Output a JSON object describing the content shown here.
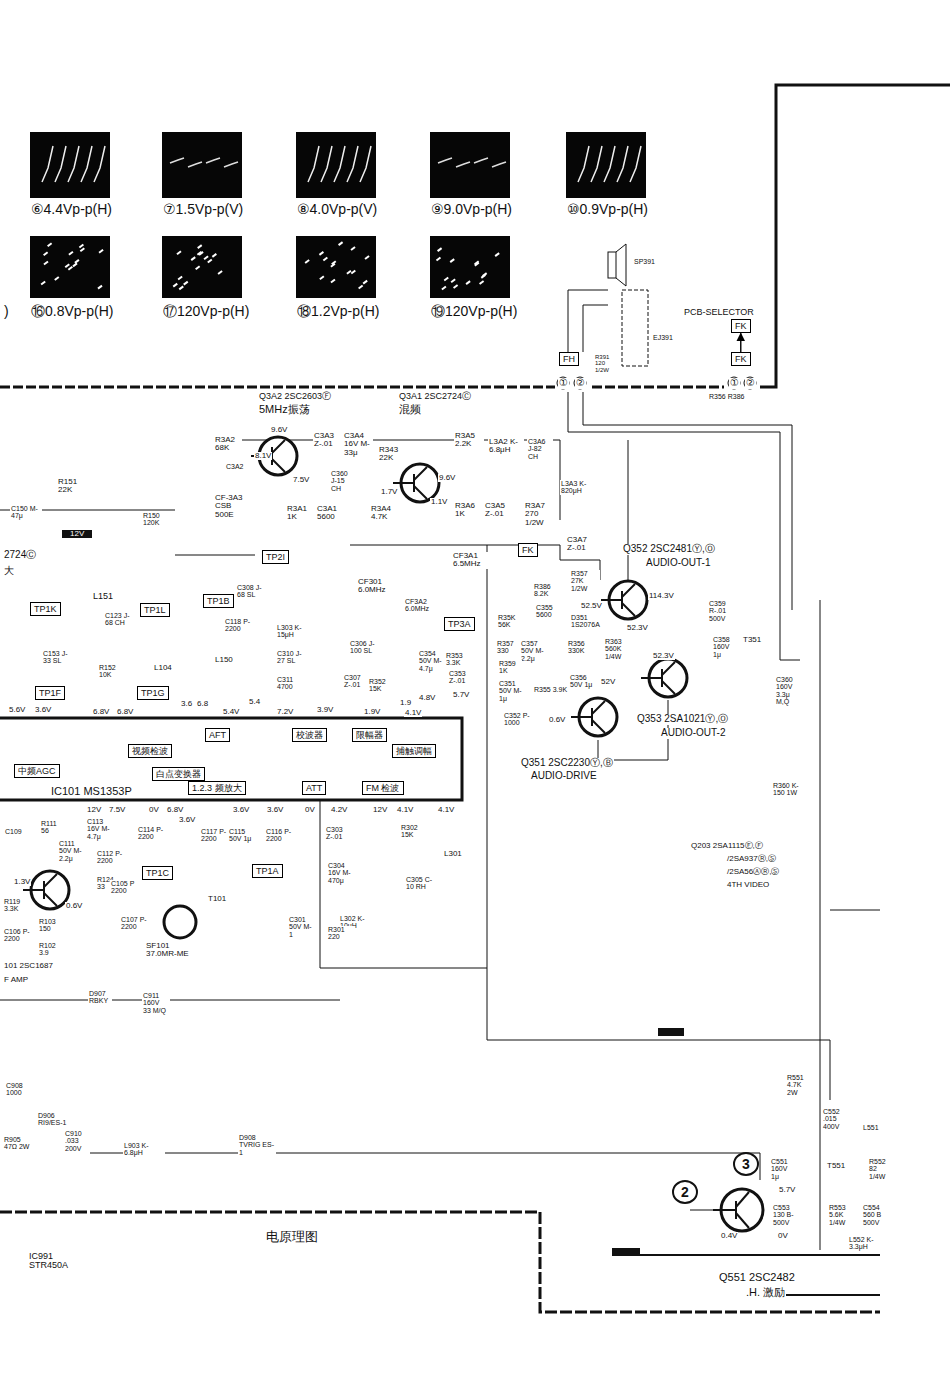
{
  "diagram": {
    "nodes": [
      {
        "text": [
          "FH"
        ]
      },
      {
        "text": [
          "FK"
        ]
      },
      {
        "text": [
          "FK"
        ]
      },
      {
        "text": [
          "TP2I"
        ]
      },
      {
        "text": [
          "FK"
        ]
      },
      {
        "text": [
          "TP1B"
        ]
      },
      {
        "text": [
          "TP1K"
        ]
      },
      {
        "text": [
          "TP1L"
        ]
      },
      {
        "text": [
          "TP3A"
        ]
      },
      {
        "text": [
          "TP1F"
        ]
      },
      {
        "text": [
          "TP1G"
        ]
      },
      {
        "text": [
          "AFT"
        ]
      },
      {
        "text": [
          "校波器"
        ]
      },
      {
        "text": [
          "限幅器"
        ]
      },
      {
        "text": [
          "视频检波"
        ]
      },
      {
        "text": [
          "捕触调幅"
        ]
      },
      {
        "text": [
          "白点变换器"
        ]
      },
      {
        "text": [
          "中频AGC"
        ]
      },
      {
        "text": [
          "1.2.3 频放大"
        ]
      },
      {
        "text": [
          "ATT"
        ]
      },
      {
        "text": [
          "FM 检波"
        ]
      },
      {
        "text": [
          "TP1C"
        ]
      },
      {
        "text": [
          "TP1A"
        ]
      }
    ],
    "edges": [
      {
        "from": 2,
        "to": 1,
        "arrow": "to"
      }
    ],
    "labels": [
      "⑥4.4Vp-p(H)",
      "⑦1.5Vp-p(V)",
      "⑧4.0Vp-p(V)",
      "⑨9.0Vp-p(H)",
      "⑩0.9Vp-p(H)",
      ")",
      "⑯0.8Vp-p(H)",
      "⑰120Vp-p(H)",
      "⑱1.2Vp-p(H)",
      "⑲120Vp-p(H)",
      "SP391",
      "EJ391",
      "PCB-SELECTOR",
      "R391 120 1/2W",
      "①",
      "②",
      "①",
      "②",
      "R356 R386",
      "Q3A2 2SC2603Ⓕ",
      "5MHz振荡",
      "Q3A1 2SC2724Ⓒ",
      "混频",
      "R3A2 68K",
      "9.6V",
      "8.1V",
      "7.5V",
      "C3A3 Z-.01",
      "C3A4 16V M-33μ",
      "R343 22K",
      "R3A5 2.2K",
      "L3A2 K-6.8μH",
      "C3A6 J-82 CH",
      "C3A2",
      "C360 J-15 CH",
      "1.7V",
      "9.6V",
      "1.1V",
      "L3A3 K-820μH",
      "CF-3A3 CSB 500E",
      "R3A1 1K",
      "C3A1 5600",
      "R3A4 4.7K",
      "R3A6 1K",
      "C3A5 Z-.01",
      "R3A7 270 1/2W",
      "R151 22K",
      "C150 M-47μ",
      "R150 120K",
      "12V",
      "2724Ⓒ",
      "大",
      "CF3A1 6.5MHz",
      "CF301 6.0MHz",
      "CF3A2 6.0MHz",
      "C3A7 Z-.01",
      "R386 8.2K",
      "Q352 2SC2481Ⓨ,Ⓞ",
      "AUDIO-OUT-1",
      "R357 27K 1/2W",
      "114.3V",
      "52.5V",
      "C355 5600",
      "R35K 56K",
      "D351 1S2076A",
      "C359 R-.01 500V",
      "52.3V",
      "T351",
      "C308 J-68 SL",
      "C118 P-2200",
      "L303 K-15μH",
      "L151",
      "C123 J-68 CH",
      "C153 J-33 SL",
      "R152 10K",
      "L104",
      "L150",
      "C310 J-27 SL",
      "C311 4700",
      "C306 J-100 SL",
      "C354 50V M-4.7μ",
      "R357 330",
      "C357 50V M-2.2μ",
      "R356 330K",
      "R363 560K 1/4W",
      "C358 160V 1μ",
      "52.3V",
      "52V",
      "C356 50V 1μ",
      "R359 1K",
      "C351 50V M-1μ",
      "R355 3.9K",
      "R353 3.3K",
      "C353 Z-.01",
      "C307 Z-.01",
      "R352 15K",
      "C352 P-1000",
      "5.7V",
      "4.8V",
      "0.6V",
      "Q353 2SA1021Ⓨ,Ⓞ",
      "AUDIO-OUT-2",
      "Q351 2SC2230Ⓨ,Ⓑ",
      "AUDIO-DRIVE",
      "C360 160V 3.3μ M,Q",
      "R360 K-150 1W",
      "5.6V",
      "3.6V",
      "6.8V",
      "6.8V",
      "3.6",
      "6.8",
      "5.4V",
      "5.4",
      "7.2V",
      "3.9V",
      "1.9V",
      "1.9",
      "4.1V",
      "IC101 MS1353P",
      "12V",
      "7.5V",
      "0V",
      "6.8V",
      "3.6V",
      "3.6V",
      "3.6V",
      "0V",
      "4.2V",
      "12V",
      "4.1V",
      "4.1V",
      "C109",
      "R111 56",
      "C113 16V M-4.7μ",
      "C114 P-2200",
      "C111 50V M-2.2μ",
      "C112 P-2200",
      "C117 P-2200",
      "C115 50V 1μ",
      "C116 P-2200",
      "C303 Z-.01",
      "R302 15K",
      "L301",
      "C304 16V M-470μ",
      "C305 C-10 RH",
      "L302 K-10μH",
      "C301 50V M-1",
      "R301 220",
      "1.3V",
      "0.6V",
      "R124 33",
      "C105 P 2200",
      "T101",
      "R119 3.3K",
      "R103 150",
      "C107 P-2200",
      "C106 P-2200",
      "R102 3.9",
      "SF101 37.0MR-ME",
      "101 2SC1687",
      "F AMP",
      "D907 RBKY",
      "C911 160V 33 M/Q",
      "C908 1000",
      "D906 RI9/ES-1",
      "R905 47Ω 2W",
      "C910 .033 200V",
      "L903 K-6.8μH",
      "D908 TVRIG ES-1",
      "IC991 STR450A",
      "电原理图",
      "Q203 2SA1115Ⓔ,Ⓕ",
      "/2SA937Ⓡ,Ⓢ",
      "/2SA56ⒶⓇ,Ⓢ",
      "4TH VIDEO",
      "R551 4.7K 2W",
      "C552 .015 400V",
      "L551",
      "C551 160V 1μ",
      "T551",
      "R552 82 1/4W",
      "5.7V",
      "C553 130 B-500V",
      "R553 5.6K 1/4W",
      "C554 560 B 500V",
      "0.4V",
      "0V",
      "L552 K-3.3μH",
      "Q551 2SC2482",
      ".H. 激励",
      "2",
      "3"
    ]
  }
}
